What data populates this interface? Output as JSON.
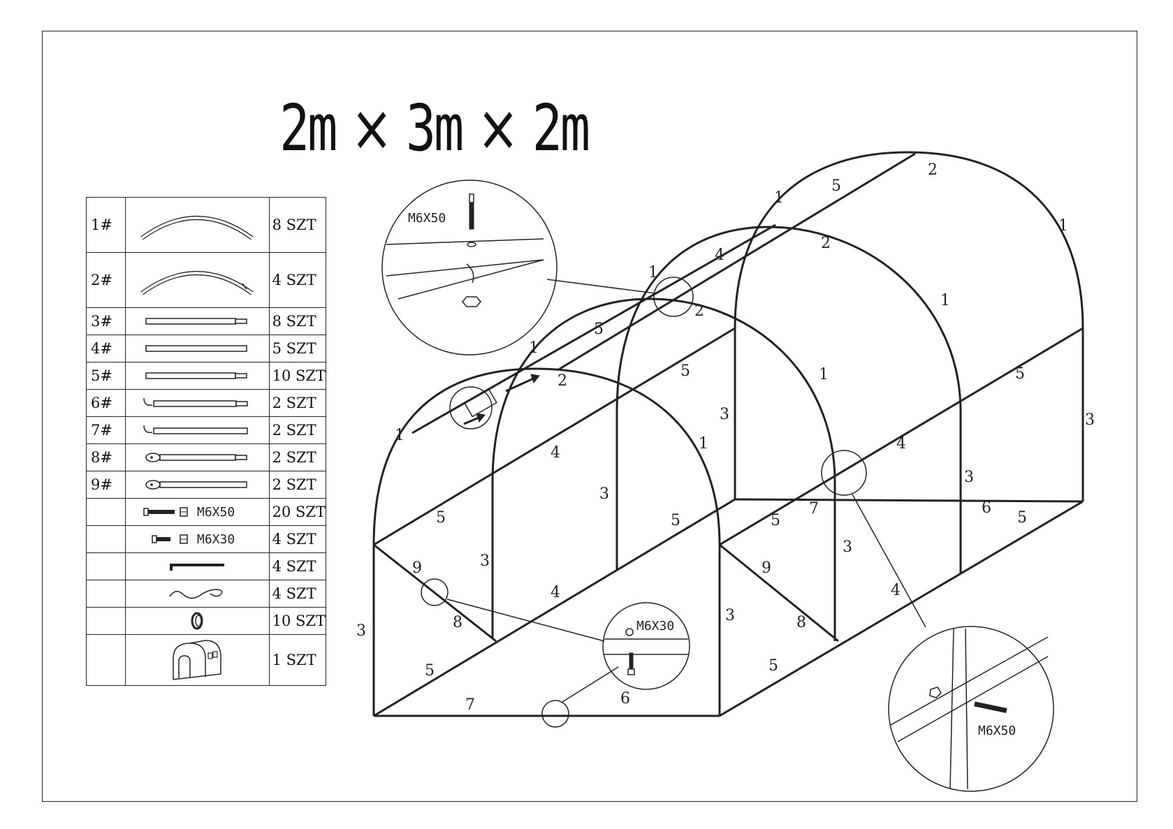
{
  "title": {
    "part1": "2m",
    "part2": "3m",
    "part3": "2m",
    "sep": "×"
  },
  "parts": [
    {
      "num": "1#",
      "qty": "8 SZT",
      "icon": "arc-tube-icon"
    },
    {
      "num": "2#",
      "qty": "4 SZT",
      "icon": "arc-tube-end-icon"
    },
    {
      "num": "3#",
      "qty": "8 SZT",
      "icon": "straight-tube-swaged-icon"
    },
    {
      "num": "4#",
      "qty": "5 SZT",
      "icon": "straight-tube-icon"
    },
    {
      "num": "5#",
      "qty": "10 SZT",
      "icon": "straight-tube-swaged-icon"
    },
    {
      "num": "6#",
      "qty": "2 SZT",
      "icon": "hook-tube-swaged-icon"
    },
    {
      "num": "7#",
      "qty": "2 SZT",
      "icon": "hook-tube-icon"
    },
    {
      "num": "8#",
      "qty": "2 SZT",
      "icon": "flat-end-tube-swaged-icon"
    },
    {
      "num": "9#",
      "qty": "2 SZT",
      "icon": "flat-end-tube-icon"
    },
    {
      "num": "",
      "qty": "20 SZT",
      "icon": "bolt-nut-icon",
      "label": "M6X50"
    },
    {
      "num": "",
      "qty": "4 SZT",
      "icon": "short-bolt-nut-icon",
      "label": "M6X30"
    },
    {
      "num": "",
      "qty": "4 SZT",
      "icon": "hex-key-icon"
    },
    {
      "num": "",
      "qty": "4 SZT",
      "icon": "rope-icon"
    },
    {
      "num": "",
      "qty": "10 SZT",
      "icon": "clip-icon"
    },
    {
      "num": "",
      "qty": "1 SZT",
      "icon": "greenhouse-cover-icon"
    }
  ],
  "callouts": {
    "top": "M6X50",
    "bottom": "M6X30",
    "right": "M6X50"
  },
  "labels": {
    "n1": "1",
    "n2": "2",
    "n3": "3",
    "n4": "4",
    "n5": "5",
    "n6": "6",
    "n7": "7",
    "n8": "8",
    "n9": "9"
  }
}
